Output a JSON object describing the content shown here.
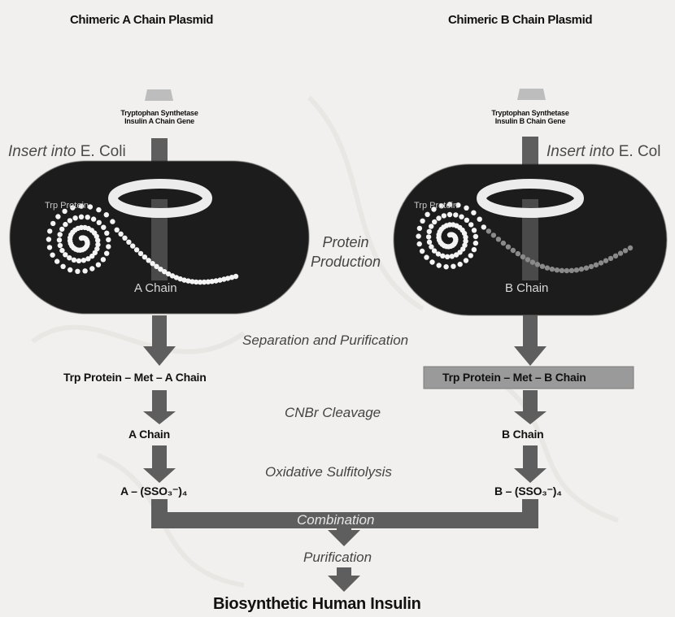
{
  "plasmids": {
    "a_title": "Chimeric A Chain Plasmid",
    "b_title": "Chimeric B Chain Plasmid",
    "a_gene_line1": "Tryptophan Synthetase",
    "a_gene_line2": "Insulin A Chain Gene",
    "b_gene_line1": "Tryptophan Synthetase",
    "b_gene_line2": "Insulin B Chain Gene"
  },
  "insert": {
    "left_italic": "Insert into",
    "left_plain": "E. Coli",
    "right_italic": "Insert into",
    "right_plain": "E. Col"
  },
  "cells": {
    "left_trp_label": "Trp Protein",
    "left_chain_label": "A Chain",
    "right_trp_label": "Trp Protein",
    "right_chain_label": "B Chain"
  },
  "steps": {
    "protein_production_line1": "Protein",
    "protein_production_line2": "Production",
    "separation": "Separation and Purification",
    "cnbr": "CNBr Cleavage",
    "sulfitolysis": "Oxidative Sulfitolysis",
    "combination": "Combination",
    "purification": "Purification"
  },
  "products": {
    "left_fusion": "Trp Protein – Met – A Chain",
    "right_fusion": "Trp Protein – Met – B Chain",
    "left_chain": "A Chain",
    "right_chain": "B Chain",
    "left_sulfonate": "A – (SSO₃⁻)₄",
    "right_sulfonate": "B – (SSO₃⁻)₄"
  },
  "result": {
    "title": "Biosynthetic Human Insulin"
  },
  "colors": {
    "cell_fill": "#1c1c1c",
    "arrow_fill": "#5e5e5e",
    "plasmid_ring": "#ececec",
    "bead_light": "#f4f4f4",
    "bead_dark": "#8a8a8a",
    "box_fill": "#9a9a9a"
  }
}
